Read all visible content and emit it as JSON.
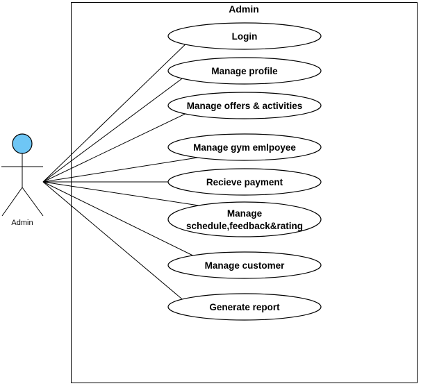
{
  "system": {
    "title": "Admin"
  },
  "actor": {
    "label": "Admin",
    "head_color": "#6EC6F5"
  },
  "use_cases": [
    {
      "id": "login",
      "lines": [
        "Login"
      ]
    },
    {
      "id": "manage-profile",
      "lines": [
        "Manage profile"
      ]
    },
    {
      "id": "manage-offers-activities",
      "lines": [
        "Manage offers & activities"
      ]
    },
    {
      "id": "manage-gym-employee",
      "lines": [
        "Manage gym emlpoyee"
      ]
    },
    {
      "id": "recieve-payment",
      "lines": [
        "Recieve payment"
      ]
    },
    {
      "id": "manage-schedule-feedback-rating",
      "lines": [
        "Manage",
        "schedule,feedback&rating"
      ]
    },
    {
      "id": "manage-customer",
      "lines": [
        "Manage customer"
      ]
    },
    {
      "id": "generate-report",
      "lines": [
        "Generate report"
      ]
    }
  ]
}
